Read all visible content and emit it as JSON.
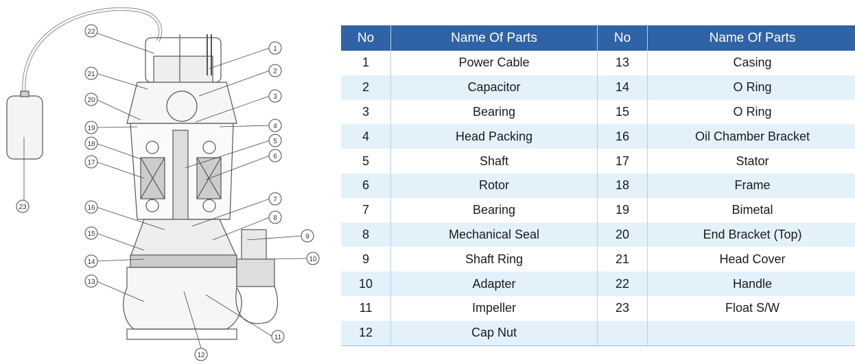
{
  "table": {
    "headers": [
      "No",
      "Name Of Parts",
      "No",
      "Name Of Parts"
    ],
    "rows": [
      [
        "1",
        "Power Cable",
        "13",
        "Casing"
      ],
      [
        "2",
        "Capacitor",
        "14",
        "O Ring"
      ],
      [
        "3",
        "Bearing",
        "15",
        "O Ring"
      ],
      [
        "4",
        "Head Packing",
        "16",
        "Oil Chamber Bracket"
      ],
      [
        "5",
        "Shaft",
        "17",
        "Stator"
      ],
      [
        "6",
        "Rotor",
        "18",
        "Frame"
      ],
      [
        "7",
        "Bearing",
        "19",
        "Bimetal"
      ],
      [
        "8",
        "Mechanical Seal",
        "20",
        "End Bracket (Top)"
      ],
      [
        "9",
        "Shaft Ring",
        "21",
        "Head Cover"
      ],
      [
        "10",
        "Adapter",
        "22",
        "Handle"
      ],
      [
        "11",
        "Impeller",
        "23",
        "Float S/W"
      ],
      [
        "12",
        "Cap Nut",
        "",
        ""
      ]
    ]
  },
  "callouts": [
    "1",
    "2",
    "3",
    "4",
    "5",
    "6",
    "7",
    "8",
    "9",
    "10",
    "11",
    "12",
    "13",
    "14",
    "15",
    "16",
    "17",
    "18",
    "19",
    "20",
    "21",
    "22",
    "23"
  ]
}
